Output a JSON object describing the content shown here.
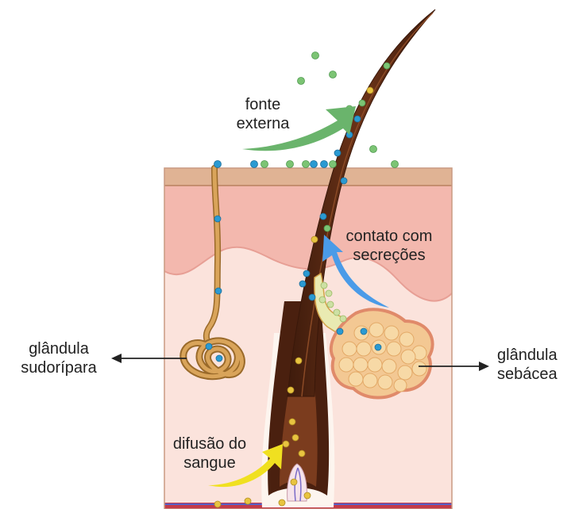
{
  "labels": {
    "external": {
      "line1": "fonte",
      "line2": "externa"
    },
    "secretions": {
      "line1": "contato com",
      "line2": "secreções"
    },
    "sweat_gland": {
      "line1": "glândula",
      "line2": "sudorípara"
    },
    "sebaceous_gland": {
      "line1": "glândula",
      "line2": "sebácea"
    },
    "blood": {
      "line1": "difusão do",
      "line2": "sangue"
    }
  },
  "colors": {
    "external_arrow": "#6ab46c",
    "secretion_arrow": "#4a9be8",
    "blood_arrow": "#f0e020",
    "hair": "#5a2a16",
    "epidermis": "#e0b394",
    "dermis": "#f3b8ae",
    "hypodermis": "#fbe3dc",
    "sweat_gland": "#c08b3c",
    "sebaceous_gland": "#f3c893",
    "particle_green": "#7cc474",
    "particle_blue": "#2a9ad2",
    "particle_yellow": "#e8c440"
  },
  "icons": [
    "arrow-left-icon",
    "arrow-right-icon"
  ]
}
